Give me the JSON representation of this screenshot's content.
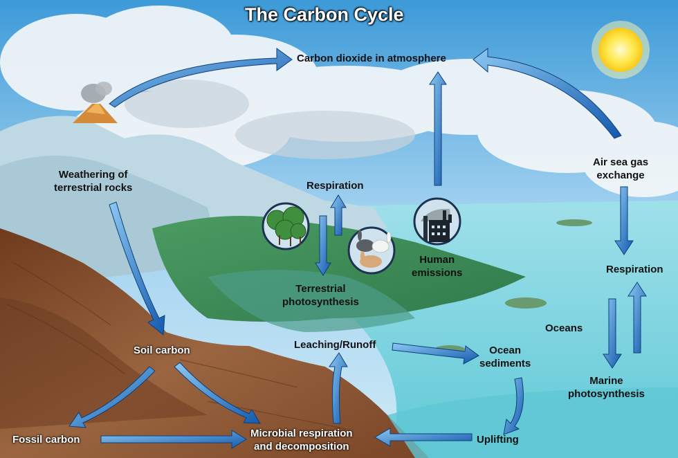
{
  "title": "The Carbon Cycle",
  "labels": {
    "atmosphere": "Carbon dioxide in atmosphere",
    "weathering": [
      "Weathering of",
      "terrestrial rocks"
    ],
    "respiration_land": "Respiration",
    "terrestrial_photosynthesis": [
      "Terrestrial",
      "photosynthesis"
    ],
    "human_emissions": [
      "Human",
      "emissions"
    ],
    "air_sea": [
      "Air sea gas",
      "exchange"
    ],
    "respiration_ocean": "Respiration",
    "oceans": "Oceans",
    "marine_photosynthesis": [
      "Marine",
      "photosynthesis"
    ],
    "soil_carbon": "Soil carbon",
    "leaching": "Leaching/Runoff",
    "ocean_sediments": [
      "Ocean",
      "sediments"
    ],
    "fossil_carbon": "Fossil carbon",
    "microbial": [
      "Microbial respiration",
      "and decomposition"
    ],
    "uplifting": "Uplifting"
  },
  "icons": {
    "trees": "trees-icon",
    "animals": "rabbits-icon",
    "factory": "factory-icon",
    "sun": "sun-icon",
    "volcano": "volcano-icon"
  },
  "colors": {
    "arrow": "#1f6fc0",
    "arrow_light": "#6fb4ea",
    "sky": "#8cc6ec",
    "ocean": "#7fd6e0",
    "land": "#8a5532",
    "forest": "#3f8d57"
  }
}
